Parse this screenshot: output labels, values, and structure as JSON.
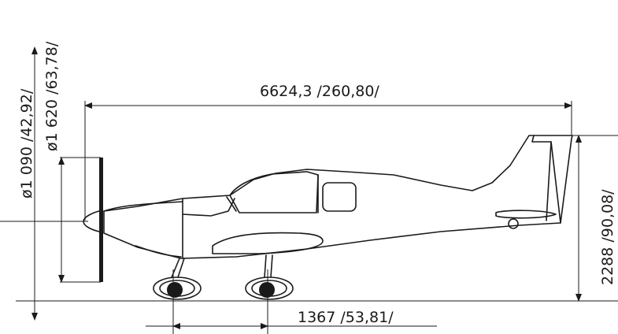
{
  "dimensions": {
    "overall_length": "6624,3  /260,80/",
    "height": "2288  /90,08/",
    "wheel_track": "1367  /53,81/",
    "prop_diameter_small": "ø1 090  /42,92/",
    "prop_diameter_large": "ø1 620  /63,78/"
  },
  "colors": {
    "line": "#1a1a1a",
    "background": "#ffffff"
  }
}
